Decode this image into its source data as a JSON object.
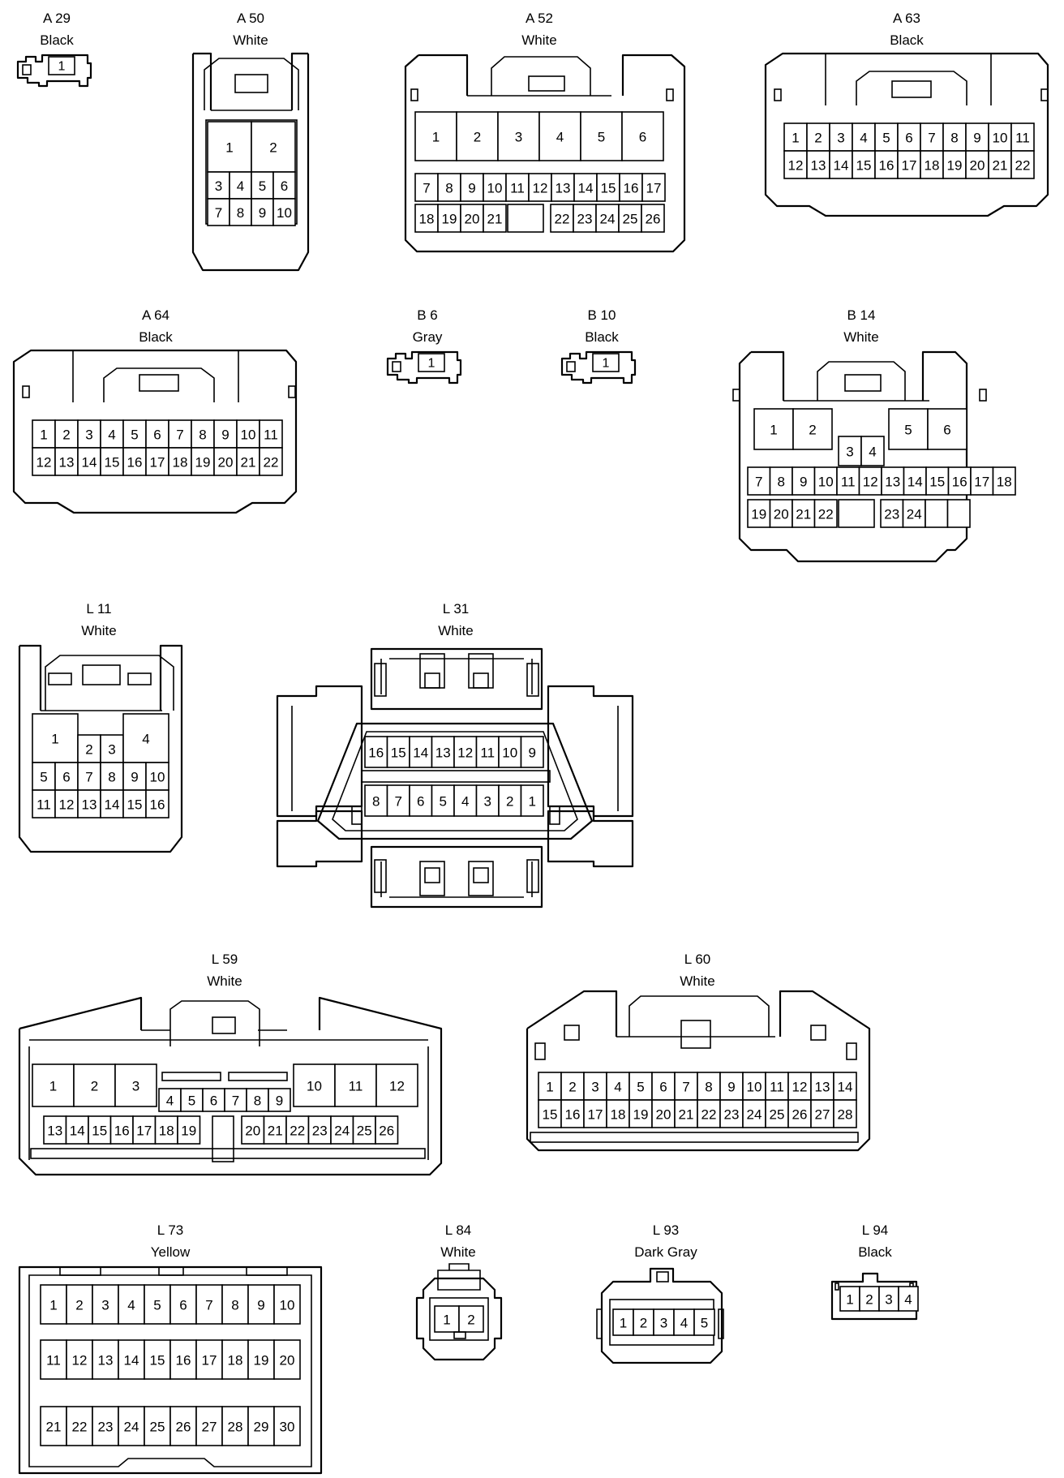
{
  "connectors": [
    {
      "id": "A 29",
      "color": "Black",
      "pins": [
        "1"
      ]
    },
    {
      "id": "A 50",
      "color": "White",
      "pins": [
        "1",
        "2",
        "3",
        "4",
        "5",
        "6",
        "7",
        "8",
        "9",
        "10"
      ]
    },
    {
      "id": "A 52",
      "color": "White",
      "pins": [
        "1",
        "2",
        "3",
        "4",
        "5",
        "6",
        "7",
        "8",
        "9",
        "10",
        "11",
        "12",
        "13",
        "14",
        "15",
        "16",
        "17",
        "18",
        "19",
        "20",
        "21",
        "22",
        "23",
        "24",
        "25",
        "26"
      ]
    },
    {
      "id": "A 63",
      "color": "Black",
      "pins": [
        "1",
        "2",
        "3",
        "4",
        "5",
        "6",
        "7",
        "8",
        "9",
        "10",
        "11",
        "12",
        "13",
        "14",
        "15",
        "16",
        "17",
        "18",
        "19",
        "20",
        "21",
        "22"
      ]
    },
    {
      "id": "A 64",
      "color": "Black",
      "pins": [
        "1",
        "2",
        "3",
        "4",
        "5",
        "6",
        "7",
        "8",
        "9",
        "10",
        "11",
        "12",
        "13",
        "14",
        "15",
        "16",
        "17",
        "18",
        "19",
        "20",
        "21",
        "22"
      ]
    },
    {
      "id": "B 6",
      "color": "Gray",
      "pins": [
        "1"
      ]
    },
    {
      "id": "B 10",
      "color": "Black",
      "pins": [
        "1"
      ]
    },
    {
      "id": "B 14",
      "color": "White",
      "pins": [
        "1",
        "2",
        "3",
        "4",
        "5",
        "6",
        "7",
        "8",
        "9",
        "10",
        "11",
        "12",
        "13",
        "14",
        "15",
        "16",
        "17",
        "18",
        "19",
        "20",
        "21",
        "22",
        "23",
        "24"
      ]
    },
    {
      "id": "L 11",
      "color": "White",
      "pins": [
        "1",
        "2",
        "3",
        "4",
        "5",
        "6",
        "7",
        "8",
        "9",
        "10",
        "11",
        "12",
        "13",
        "14",
        "15",
        "16"
      ]
    },
    {
      "id": "L 31",
      "color": "White",
      "pins": [
        "16",
        "15",
        "14",
        "13",
        "12",
        "11",
        "10",
        "9",
        "8",
        "7",
        "6",
        "5",
        "4",
        "3",
        "2",
        "1"
      ]
    },
    {
      "id": "L 59",
      "color": "White",
      "pins": [
        "1",
        "2",
        "3",
        "4",
        "5",
        "6",
        "7",
        "8",
        "9",
        "10",
        "11",
        "12",
        "13",
        "14",
        "15",
        "16",
        "17",
        "18",
        "19",
        "20",
        "21",
        "22",
        "23",
        "24",
        "25",
        "26"
      ]
    },
    {
      "id": "L 60",
      "color": "White",
      "pins": [
        "1",
        "2",
        "3",
        "4",
        "5",
        "6",
        "7",
        "8",
        "9",
        "10",
        "11",
        "12",
        "13",
        "14",
        "15",
        "16",
        "17",
        "18",
        "19",
        "20",
        "21",
        "22",
        "23",
        "24",
        "25",
        "26",
        "27",
        "28"
      ]
    },
    {
      "id": "L 73",
      "color": "Yellow",
      "pins": [
        "1",
        "2",
        "3",
        "4",
        "5",
        "6",
        "7",
        "8",
        "9",
        "10",
        "11",
        "12",
        "13",
        "14",
        "15",
        "16",
        "17",
        "18",
        "19",
        "20",
        "21",
        "22",
        "23",
        "24",
        "25",
        "26",
        "27",
        "28",
        "29",
        "30"
      ]
    },
    {
      "id": "L 84",
      "color": "White",
      "pins": [
        "1",
        "2"
      ]
    },
    {
      "id": "L 93",
      "color": "Dark Gray",
      "pins": [
        "1",
        "2",
        "3",
        "4",
        "5"
      ]
    },
    {
      "id": "L 94",
      "color": "Black",
      "pins": [
        "1",
        "2",
        "3",
        "4"
      ]
    }
  ]
}
